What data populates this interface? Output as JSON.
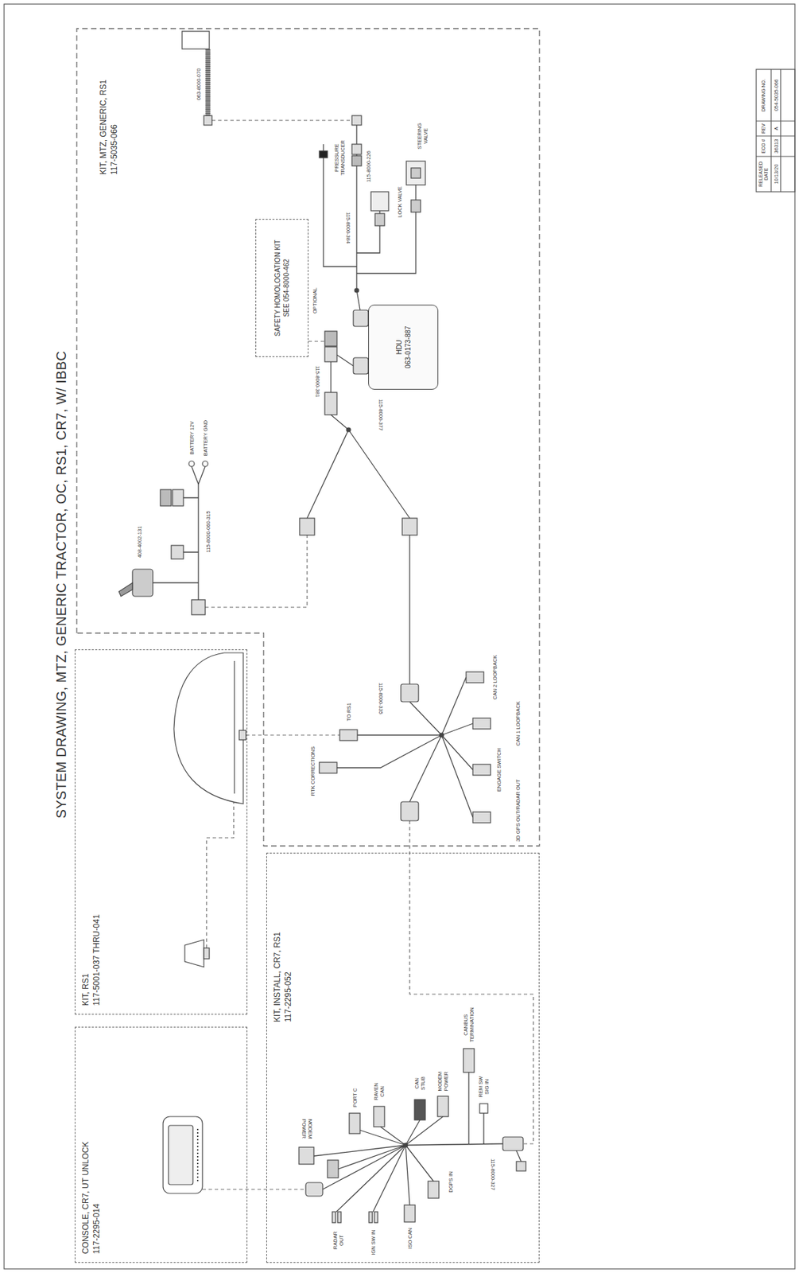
{
  "diagram": {
    "title": "SYSTEM DRAWING, MTZ, GENERIC TRACTOR, OC, RS1, CR7, W/ IBBC",
    "nodes": [
      {
        "text": [
          "KIT, MTZ, GENERIC, RS1",
          "117-5035-066"
        ]
      },
      {
        "text": [
          "SAFETY HOMOLOGATION KIT",
          "SEE 054-8000-462"
        ],
        "in": 0
      },
      {
        "text": [
          "HDU",
          "063-0173-887"
        ],
        "in": 0
      },
      {
        "text": [
          "KIT, RS1",
          "117-5001-037 THRU-041"
        ]
      },
      {
        "text": [
          "CONSOLE, CR7, UT UNLOCK",
          "117-2295-014"
        ]
      },
      {
        "text": [
          "KIT, INSTALL, CR7, RS1",
          "117-2295-052"
        ]
      }
    ],
    "labels": [
      "063-8000-070",
      "PRESSURE TRANSDUCER",
      "115-8000-226",
      "LOCK VALVE",
      "STEERING VALVE",
      "115-8000-384",
      "OPTIONAL",
      "115-8000-381",
      "115-8000-377",
      "BATTERY 12V",
      "BATTERY GND",
      "408-4002-131",
      "115-8000-060-315",
      "RTK CORRECTIONS",
      "TO RS1",
      "115-8000-335",
      "3D GPS OUT/RADAR OUT",
      "ENGAGE SWITCH",
      "CAN 2 LOOPBACK",
      "CAN 1 LOOPBACK",
      "MODEM POWER",
      "PORT C",
      "RAVEN CAN",
      "CAN STUB",
      "MODEM POWER",
      "CANBUS TERMINATION",
      "REM SW SIG IN",
      "RADAR OUT",
      "IGN SW IN",
      "ISO CAN",
      "DGPS IN",
      "115-8000-327",
      "RELEASED DATE",
      "ECO #",
      "REV",
      "DRAWING NO.",
      "10/13/20",
      "36313",
      "A",
      "054-5035-066"
    ]
  }
}
